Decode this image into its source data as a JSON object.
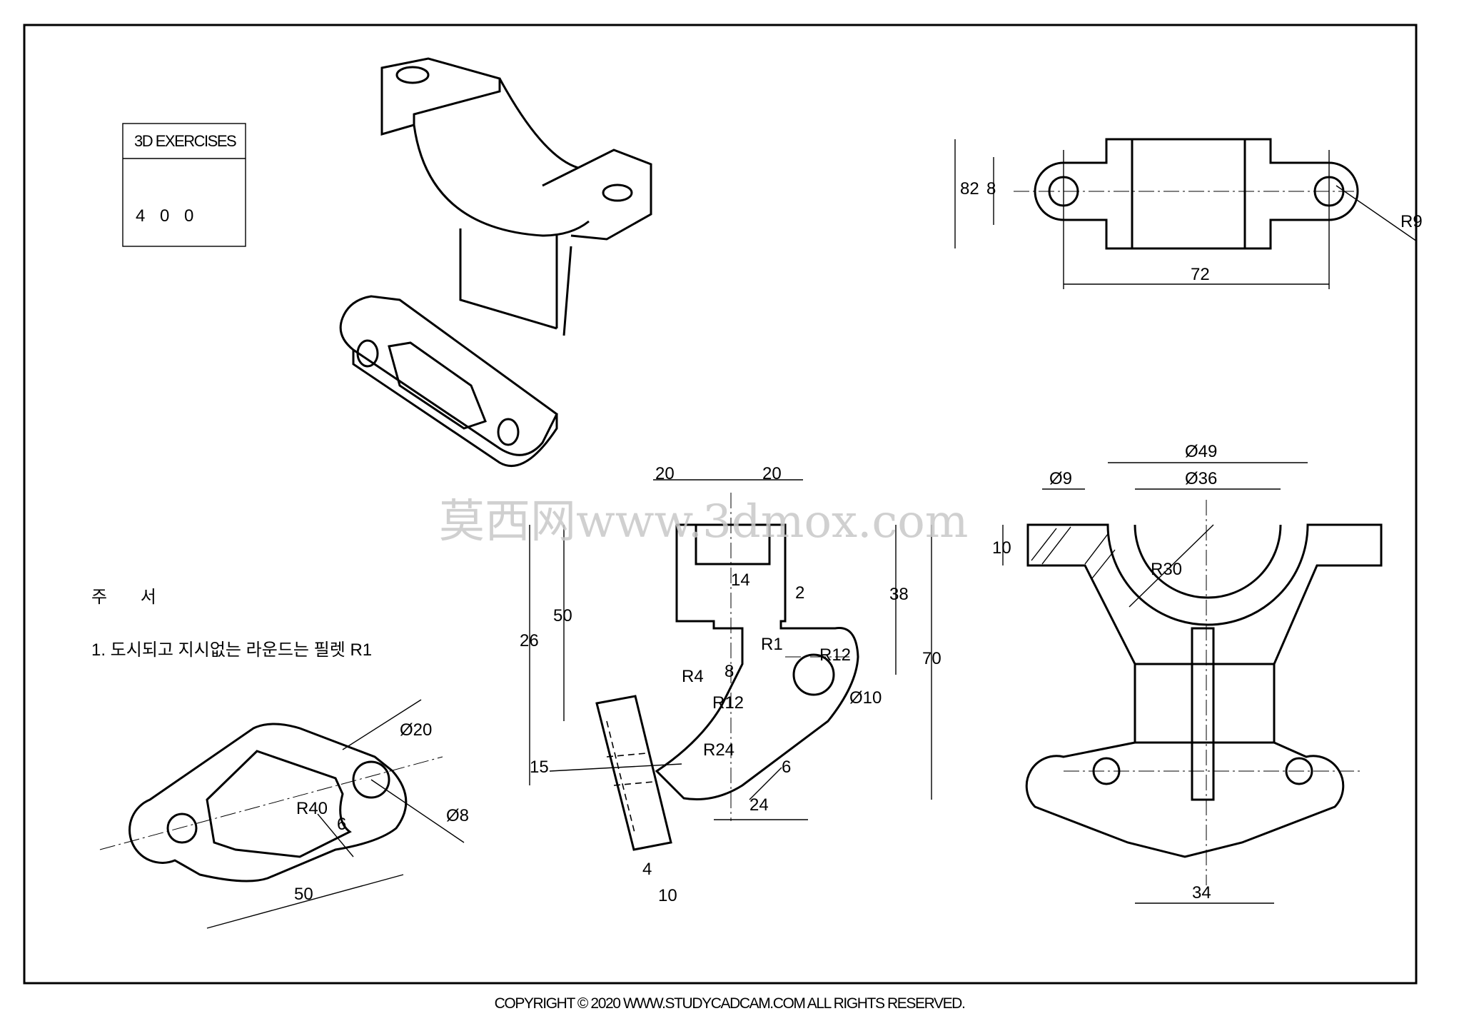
{
  "title_block": {
    "heading": "3D EXERCISES",
    "number": "4 0 0"
  },
  "notes": {
    "heading": "주 서",
    "line1": "1. 도시되고 지시없는 라운드는 필렛 R1"
  },
  "watermark": "莫西网www.3dmox.com",
  "copyright": "COPYRIGHT © 2020 WWW.STUDYCADCAM.COM ALL RIGHTS RESERVED.",
  "top_view": {
    "d_82": "82",
    "d_8": "8",
    "d_72": "72",
    "d_r9": "R9"
  },
  "front_view": {
    "d_20a": "20",
    "d_20b": "20",
    "d_14": "14",
    "d_2": "2",
    "d_50": "50",
    "d_26": "26",
    "d_8": "8",
    "d_r4": "R4",
    "d_r12a": "R12",
    "d_r1": "R1",
    "d_r12b": "R12",
    "d_38": "38",
    "d_70": "70",
    "d_phi10": "Ø10",
    "d_r24": "R24",
    "d_6": "6",
    "d_24": "24",
    "d_15": "15",
    "d_4": "4",
    "d_10": "10"
  },
  "side_view": {
    "d_phi49": "Ø49",
    "d_phi36": "Ø36",
    "d_phi9": "Ø9",
    "d_10": "10",
    "d_r30": "R30",
    "d_34": "34"
  },
  "aux_view": {
    "d_phi20": "Ø20",
    "d_r40": "R40",
    "d_6": "6",
    "d_phi8": "Ø8",
    "d_50": "50"
  }
}
